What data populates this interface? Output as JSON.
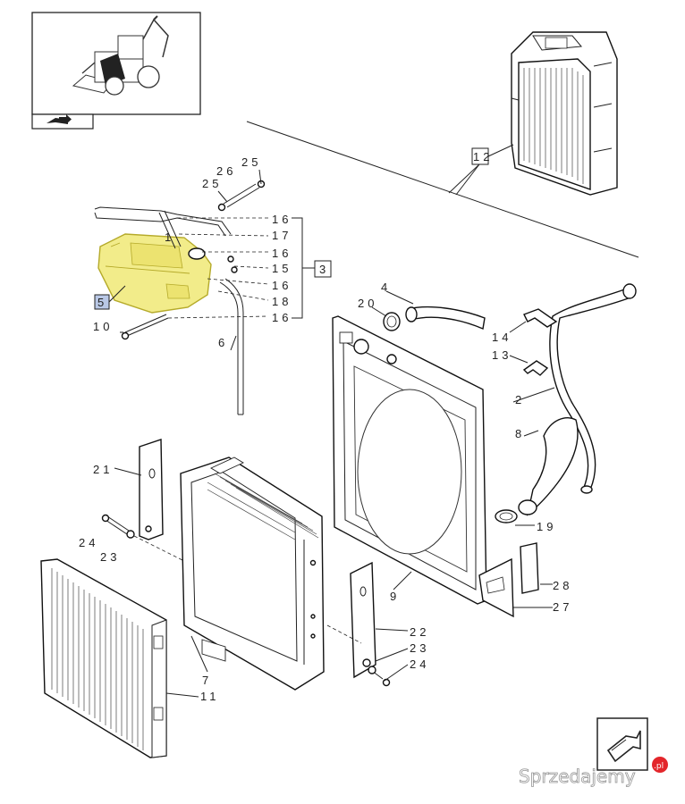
{
  "labels": {
    "l1": "1",
    "l2": "2",
    "l3": "3",
    "l4": "4",
    "l5": "5",
    "l6": "6",
    "l7": "7",
    "l8": "8",
    "l9": "9",
    "l10": "10",
    "l11": "11",
    "l12": "12",
    "l13": "13",
    "l14": "14",
    "l15": "15",
    "l16a": "16",
    "l16b": "16",
    "l16c": "16",
    "l16d": "16",
    "l17": "17",
    "l18": "18",
    "l19": "19",
    "l20": "20",
    "l21": "21",
    "l22": "22",
    "l23a": "23",
    "l23b": "23",
    "l24a": "24",
    "l24b": "24",
    "l25a": "25",
    "l25b": "25",
    "l26": "26",
    "l27": "27",
    "l28": "28"
  },
  "watermark": {
    "text": "Sprzedajemy",
    "suffix": ".pl"
  },
  "colors": {
    "highlight_fill": "#f2ec8a",
    "highlight_stroke": "#b5aa2a",
    "callout_box": "#b9c8e6",
    "watermark_dot": "#e3262b"
  },
  "icons": {
    "locator": "backhoe-loader-locator-icon",
    "book": "book-arrow-icon",
    "next": "next-page-arrow-icon"
  }
}
